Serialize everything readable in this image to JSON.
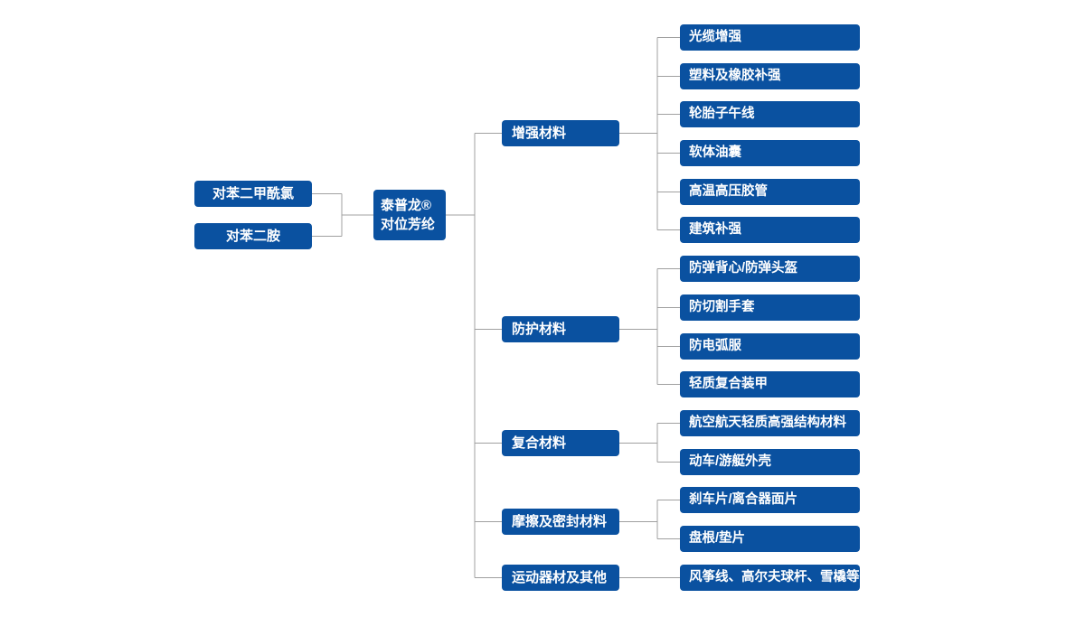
{
  "diagram": {
    "type": "product-tree-flowchart",
    "colors": {
      "node_background": "#0a51a0",
      "node_text": "#ffffff",
      "connector_line": "#a0a0a0",
      "page_background": "#ffffff"
    },
    "inputs": [
      {
        "label": "对苯二甲酰氯"
      },
      {
        "label": "对苯二胺"
      }
    ],
    "root": {
      "line1": "泰普龙®",
      "line2": "对位芳纶"
    },
    "categories": [
      {
        "label": "增强材料",
        "children": [
          "光缆增强",
          "塑料及橡胶补强",
          "轮胎子午线",
          "软体油囊",
          "高温高压胶管",
          "建筑补强"
        ]
      },
      {
        "label": "防护材料",
        "children": [
          "防弹背心/防弹头盔",
          "防切割手套",
          "防电弧服",
          "轻质复合装甲"
        ]
      },
      {
        "label": "复合材料",
        "children": [
          "航空航天轻质高强结构材料",
          "动车/游艇外壳"
        ]
      },
      {
        "label": "摩擦及密封材料",
        "children": [
          "刹车片/离合器面片",
          "盘根/垫片"
        ]
      },
      {
        "label": "运动器材及其他",
        "children": [
          "风筝线、高尔夫球杆、雪橇等"
        ]
      }
    ]
  }
}
